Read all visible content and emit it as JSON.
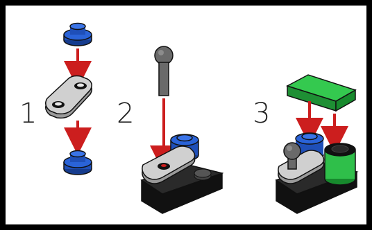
{
  "steps": [
    {
      "number": "1"
    },
    {
      "number": "2"
    },
    {
      "number": "3"
    }
  ],
  "colors": {
    "frame": "#000000",
    "background": "#ffffff",
    "blue_part": "#1f4fb8",
    "light_gray_part": "#c8c8c8",
    "dark_gray_part": "#6a6a6a",
    "black_part": "#1a1a1a",
    "green_part": "#2fbf4a",
    "arrow": "#cc1e1e"
  },
  "icons": [
    "blue-round-plate-icon",
    "gray-link-plate-icon",
    "gray-ball-joint-icon",
    "black-base-plate-icon",
    "green-tile-icon",
    "green-cylinder-icon",
    "red-arrow-icon"
  ]
}
